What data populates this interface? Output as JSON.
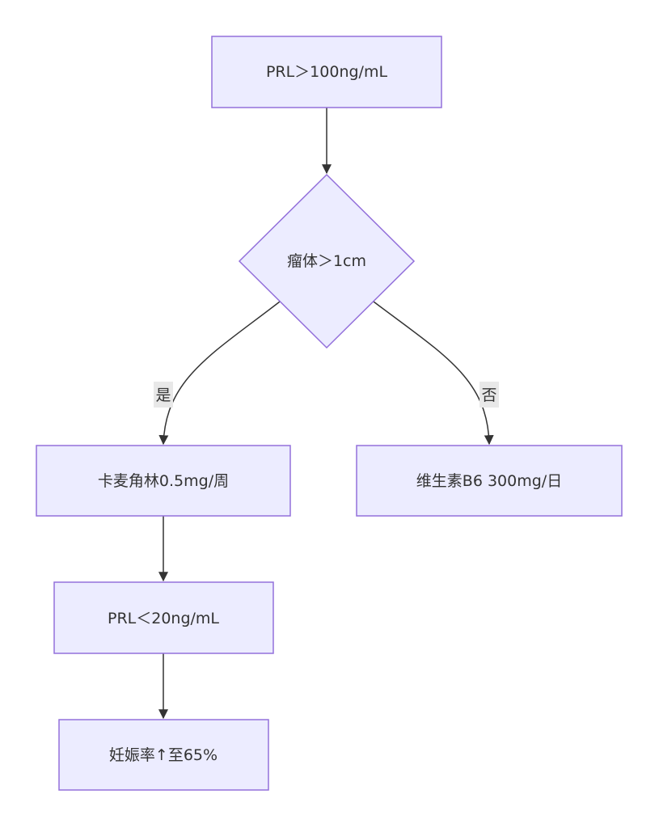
{
  "nodes": {
    "start": "PRL＞100ng/mL",
    "decision": "瘤体＞1cm",
    "yes_branch": "卡麦角林0.5mg/周",
    "no_branch": "维生素B6 300mg/日",
    "after_yes": "PRL＜20ng/mL",
    "outcome": "妊娠率↑至65%"
  },
  "edge_labels": {
    "yes": "是",
    "no": "否"
  },
  "colors": {
    "node_fill": "#ececff",
    "node_stroke": "#9370db",
    "edge": "#333333",
    "edge_label_bg": "#e8e8e8"
  }
}
